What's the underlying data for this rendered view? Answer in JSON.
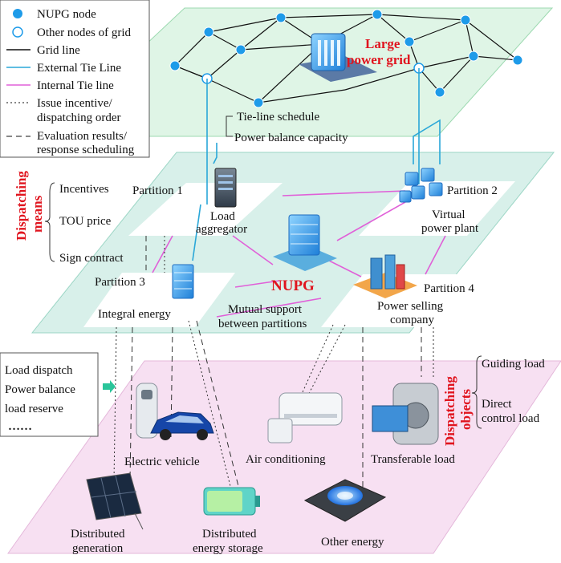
{
  "legend": {
    "nupg_node": "NUPG node",
    "other_nodes": "Other nodes of grid",
    "grid_line": "Grid line",
    "external_tie": "External Tie Line",
    "internal_tie": "Internal Tie line",
    "issue_incentive_1": "Issue incentive/",
    "issue_incentive_2": "dispatching order",
    "evaluation_1": "Evaluation results/",
    "evaluation_2": "response scheduling"
  },
  "top_layer": {
    "title_1": "Large",
    "title_2": "power grid",
    "tie_schedule": "Tie-line schedule",
    "power_balance_capacity": "Power balance capacity"
  },
  "middle_layer": {
    "side_title_1": "Dispatching",
    "side_title_2": "means",
    "means": [
      "Incentives",
      "TOU price",
      "Sign contract"
    ],
    "partition1": "Partition 1",
    "partition2": "Partition 2",
    "partition3": "Partition 3",
    "partition4": "Partition 4",
    "load_aggregator_1": "Load",
    "load_aggregator_2": "aggregator",
    "vpp_1": "Virtual",
    "vpp_2": "power plant",
    "integral_energy": "Integral energy",
    "psc_1": "Power selling",
    "psc_2": "company",
    "nupg": "NUPG",
    "mutual_1": "Mutual support",
    "mutual_2": "between partitions"
  },
  "bottom_layer": {
    "side_title_1": "Dispatching",
    "side_title_2": "objects",
    "left_box": [
      "Load dispatch",
      "Power balance",
      "load reserve",
      "……"
    ],
    "guiding_load": "Guiding load",
    "direct_control_1": "Direct",
    "direct_control_2": "control load",
    "electric_vehicle": "Electric vehicle",
    "air_conditioning": "Air conditioning",
    "transferable_load": "Transferable load",
    "distributed_gen_1": "Distributed",
    "distributed_gen_2": "generation",
    "distributed_storage_1": "Distributed",
    "distributed_storage_2": "energy storage",
    "other_energy": "Other energy"
  },
  "colors": {
    "grid_plane": "#dff5e6",
    "middle_plane": "#d8f0ea",
    "bottom_plane": "#f7e0f2",
    "node_blue": "#1e9be9",
    "external_tie": "#2aa7d8",
    "internal_tie": "#e060d8",
    "red_text": "#e0141e"
  }
}
